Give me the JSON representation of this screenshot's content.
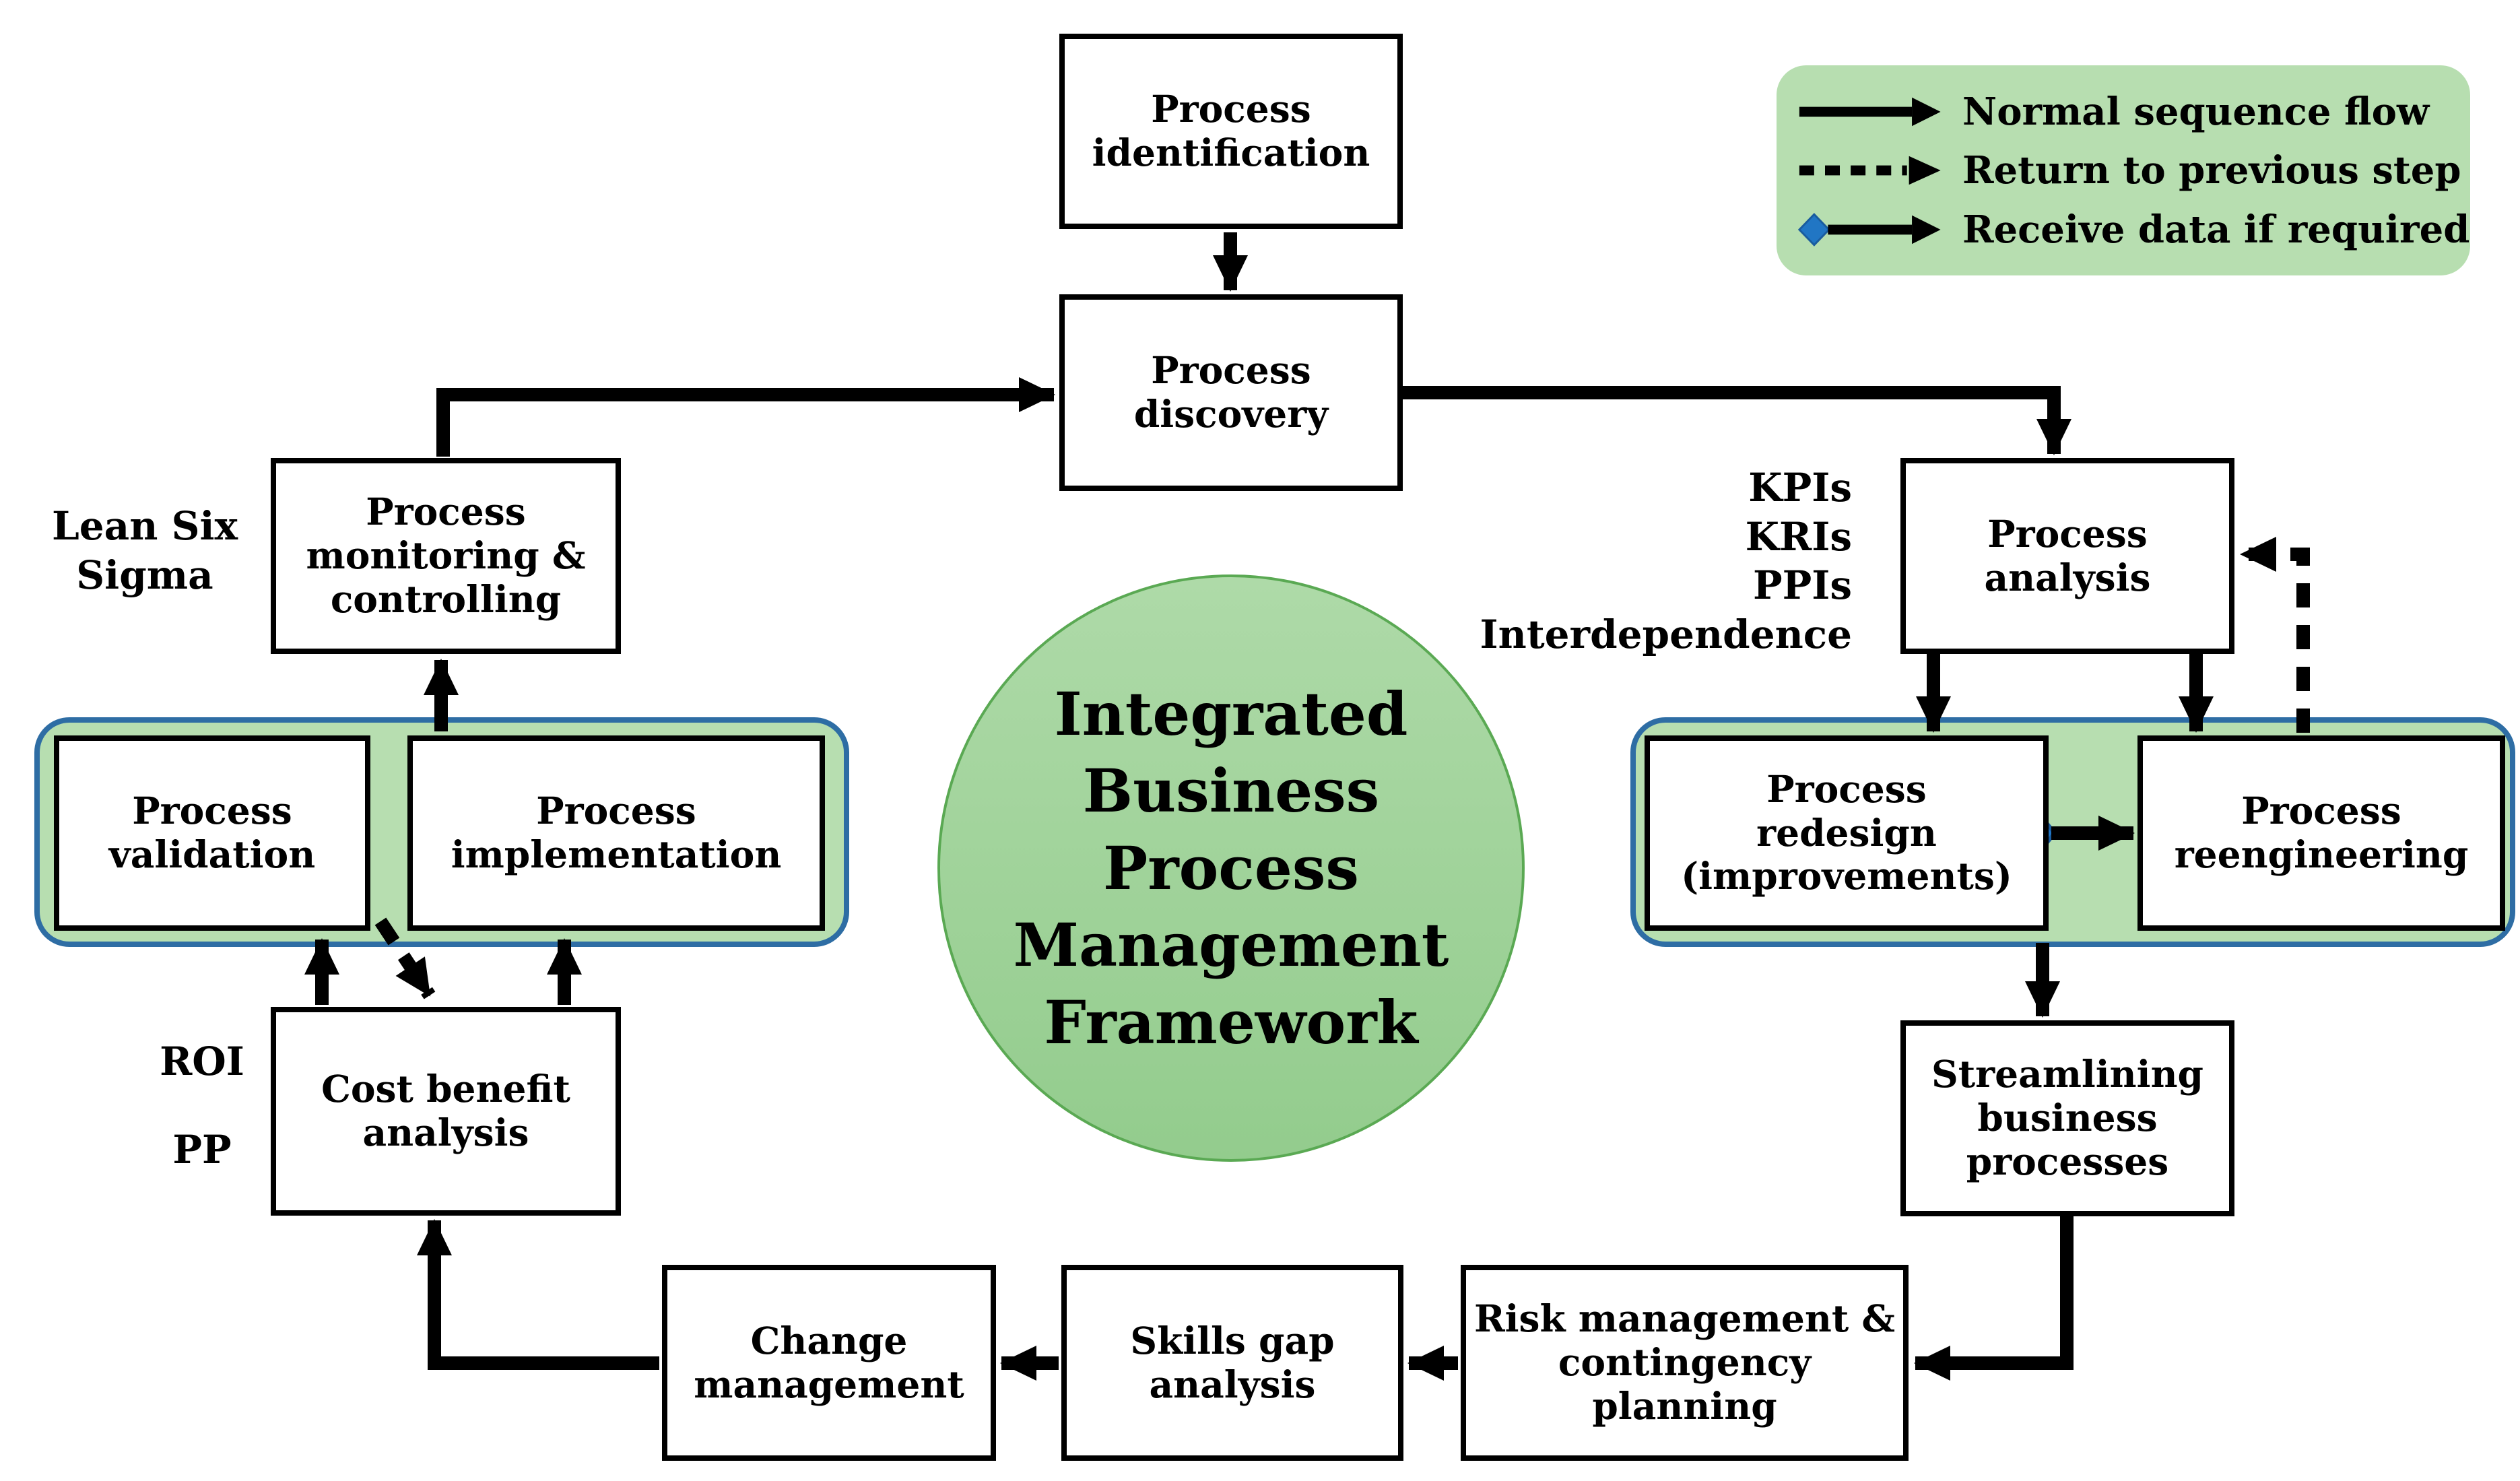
{
  "title": "Integrated Business Process Management Framework",
  "colors": {
    "panel_green": "#b7deb0",
    "panel_border_blue": "#2e6da4",
    "circle_top": "#aedaa8",
    "circle_bottom": "#93cc8d",
    "circle_border": "#5aa953",
    "diamond_blue": "#2176c4",
    "diamond_border": "#1a5c9e",
    "ink": "#000000",
    "box_bg": "#ffffff"
  },
  "legend": {
    "items": [
      {
        "icon": "solid-arrow",
        "label": "Normal sequence flow"
      },
      {
        "icon": "dashed-arrow",
        "label": "Return to previous step"
      },
      {
        "icon": "diamond-arrow",
        "label": "Receive data if required"
      }
    ]
  },
  "center_circle": {
    "lines": [
      "Integrated",
      "Business",
      "Process",
      "Management",
      "Framework"
    ]
  },
  "nodes": {
    "identification": {
      "label": "Process identification"
    },
    "discovery": {
      "label": "Process discovery"
    },
    "analysis": {
      "label": "Process analysis"
    },
    "redesign": {
      "label": "Process redesign (improvements)"
    },
    "reengineering": {
      "label": "Process reengineering"
    },
    "streamlining": {
      "label": "Streamlining business processes"
    },
    "risk": {
      "label": "Risk management & contingency planning"
    },
    "skills": {
      "label": "Skills gap analysis"
    },
    "change": {
      "label": "Change management"
    },
    "cost_benefit": {
      "label": "Cost benefit analysis"
    },
    "validation": {
      "label": "Process validation"
    },
    "implementation": {
      "label": "Process implementation"
    },
    "monitoring": {
      "label": "Process monitoring & controlling"
    }
  },
  "annotations": {
    "lean_six_sigma": "Lean Six Sigma",
    "kpis": "KPIs",
    "kris": "KRIs",
    "ppis": "PPIs",
    "interdependence": "Interdependence",
    "roi": "ROI",
    "pp": "PP"
  }
}
